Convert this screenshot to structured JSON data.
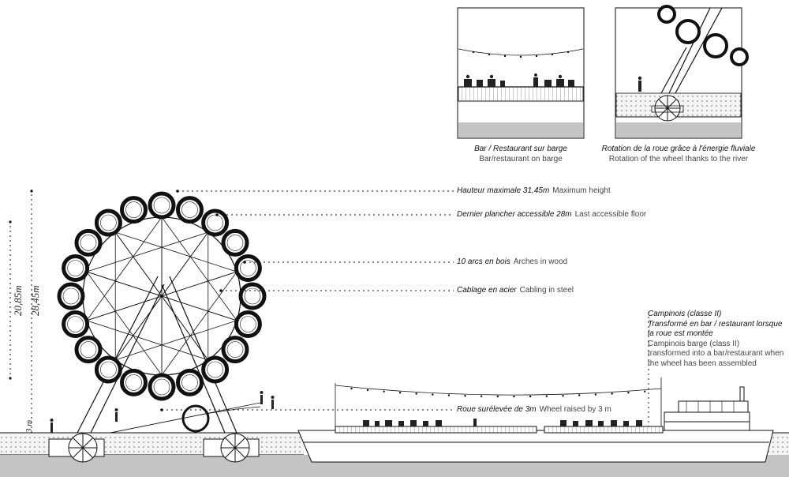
{
  "insets": [
    {
      "caption_fr": "Bar / Restaurant sur barge",
      "caption_en": "Bar/restaurant on barge"
    },
    {
      "caption_fr": "Rotation de la roue grâce à l'énergie fluviale",
      "caption_en": "Rotation of the wheel thanks to the river"
    }
  ],
  "annotations": [
    {
      "fr": "Hauteur maximale 31,45m",
      "en": "Maximum height"
    },
    {
      "fr": "Dernier plancher accessible 28m",
      "en": "Last accessible floor"
    },
    {
      "fr": "10 arcs en bois",
      "en": "Arches in wood"
    },
    {
      "fr": "Cablage en acier",
      "en": "Cabling in steel"
    },
    {
      "fr": "Roue surélevée de 3m",
      "en": "Wheel raised by 3 m"
    }
  ],
  "barge_note": {
    "fr_lines": [
      "Campinois (classe II)",
      "Transformé en bar / restaurant lorsque",
      "la roue est montée"
    ],
    "en_lines": [
      "Campinois barge (class II)",
      "transformed into a bar/restaurant when",
      "the wheel has been assembled"
    ]
  },
  "dimensions": {
    "inner": "20,85m",
    "outer": "28,45m",
    "base": "3 m"
  },
  "colors": {
    "line": "#111111",
    "ground": "#f2f2f2",
    "water": "#bfbfbf"
  }
}
